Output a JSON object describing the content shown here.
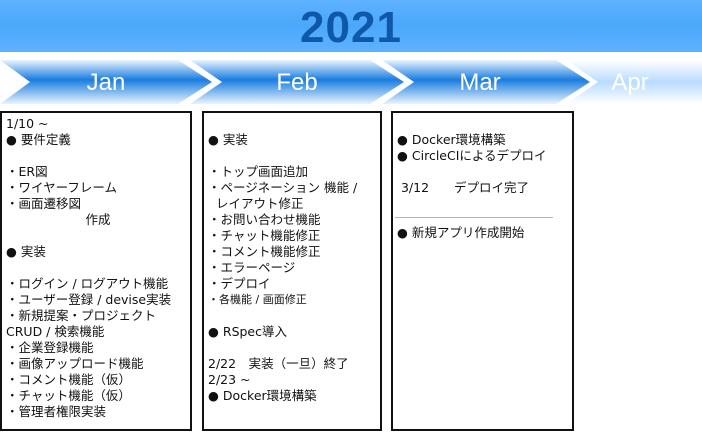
{
  "year": "2021",
  "months": [
    "Jan",
    "Feb",
    "Mar",
    "Apr"
  ],
  "colors": {
    "banner": "#4aa8fb",
    "year_text": "#0f57a8",
    "arrow_dark": "#1778dc",
    "arrow_light": "#cde6ff",
    "border": "#111111"
  },
  "columns": {
    "jan": [
      "1/10 ~",
      "● 要件定義",
      "",
      "・ER図",
      "・ワイヤーフレーム",
      "・画面遷移図",
      "                    作成",
      "",
      "● 実装",
      "",
      "・ログイン / ログアウト機能",
      "・ユーザー登録 / devise実装",
      "・新規提案・プロジェクト",
      "CRUD / 検索機能",
      "・企業登録機能",
      "・画像アップロード機能",
      "・コメント機能（仮）",
      "・チャット機能（仮）",
      "・管理者権限実装"
    ],
    "feb": [
      "",
      "● 実装",
      "",
      "・トップ画面追加",
      "・ページネーション 機能 /",
      "  レイアウト修正",
      "・お問い合わせ機能",
      "・チャット機能修正",
      "・コメント機能修正",
      "・エラーページ",
      "・デプロイ",
      "・各機能 / 画面修正",
      "",
      "● RSpec導入",
      "",
      "2/22　実装（一旦）終了",
      "2/23 ~",
      "● Docker環境構築"
    ],
    "mar_top": [
      "",
      "● Docker環境構築",
      "● CircleCIによるデプロイ",
      "",
      " 3/12　　デプロイ完了"
    ],
    "mar_bottom": [
      "● 新規アプリ作成開始"
    ]
  }
}
